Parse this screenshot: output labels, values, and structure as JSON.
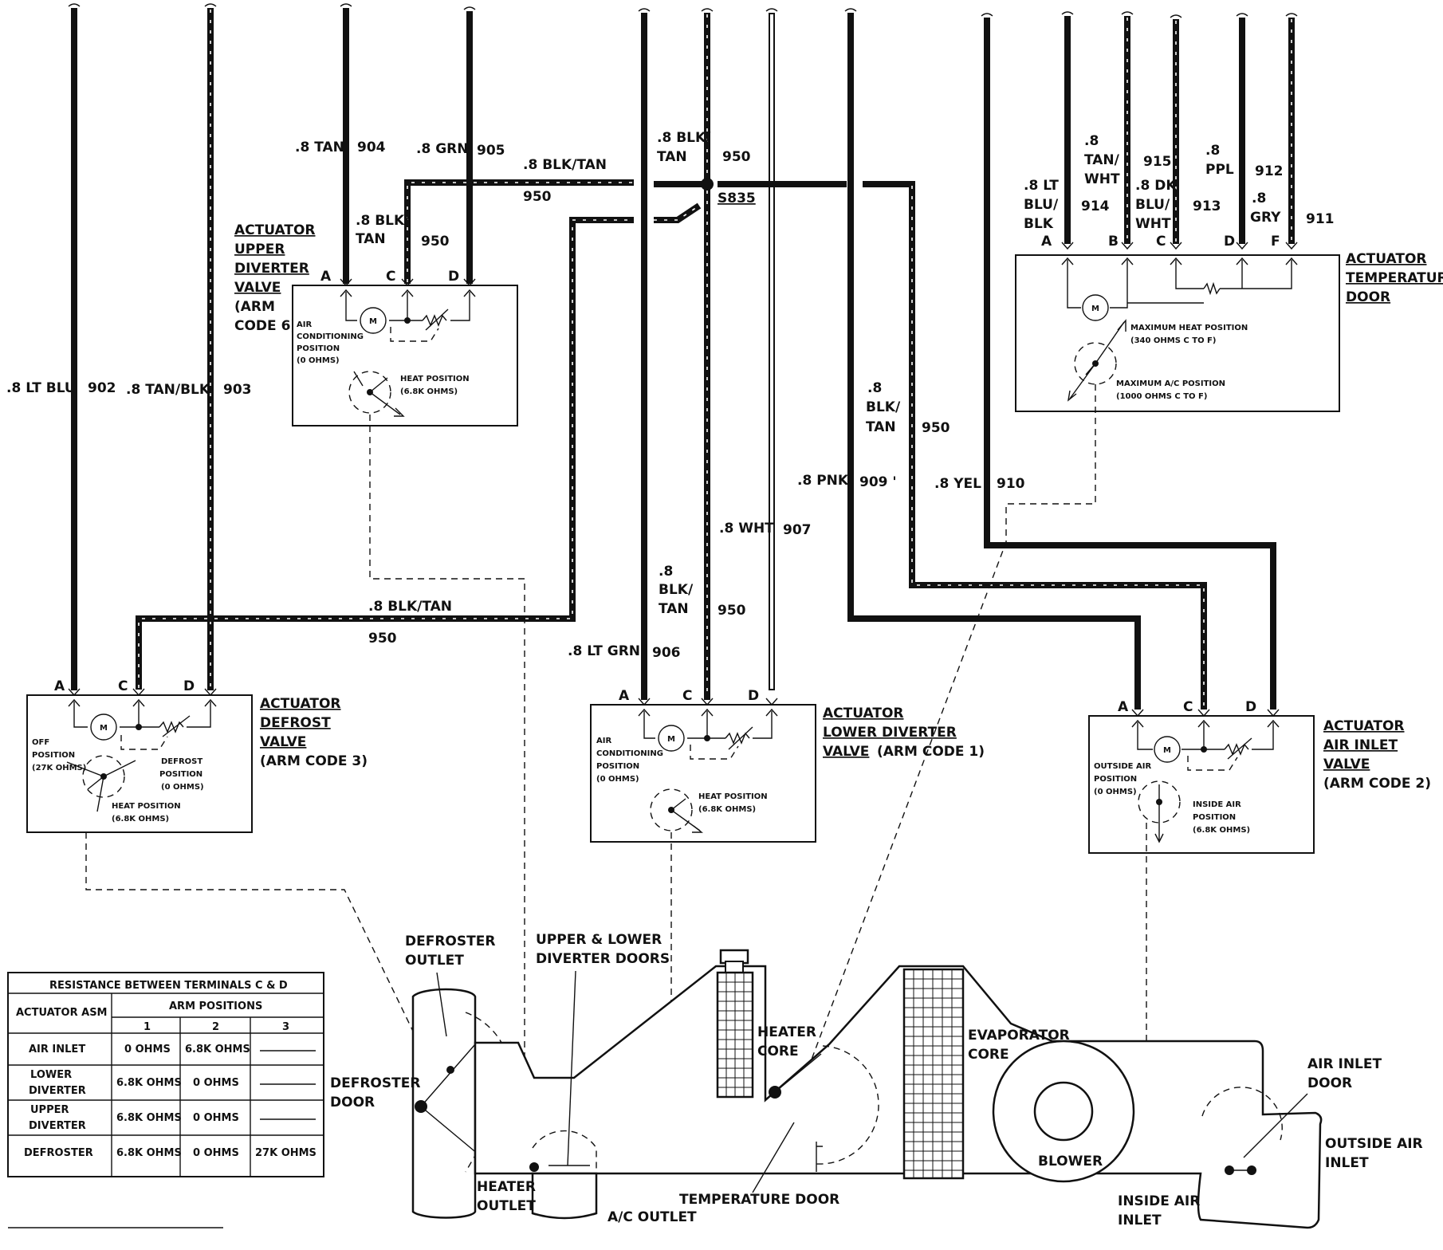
{
  "wires": {
    "w902": {
      "gauge": ".8 LT BLU",
      "circuit": "902"
    },
    "w903": {
      "gauge": ".8 TAN/BLK",
      "circuit": "903"
    },
    "w904": {
      "gauge": ".8 TAN",
      "circuit": "904"
    },
    "w905": {
      "gauge": ".8 GRN",
      "circuit": "905"
    },
    "w906": {
      "gauge": ".8 LT GRN",
      "circuit": "906"
    },
    "w907": {
      "gauge": ".8 WHT",
      "circuit": "907"
    },
    "w909": {
      "gauge": ".8 PNK",
      "circuit": "909 '"
    },
    "w910": {
      "gauge": ".8 YEL",
      "circuit": "910"
    },
    "w911": {
      "gauge_l1": ".8",
      "gauge_l2": "GRY",
      "circuit": "911"
    },
    "w912": {
      "gauge_l1": ".8",
      "gauge_l2": "PPL",
      "circuit": "912"
    },
    "w913": {
      "gauge_l1": ".8 DK",
      "gauge_l2": "BLU/",
      "gauge_l3": "WHT",
      "circuit": "913"
    },
    "w914": {
      "gauge_l1": ".8 LT",
      "gauge_l2": "BLU/",
      "gauge_l3": "BLK",
      "circuit": "914"
    },
    "w915": {
      "gauge_l1": ".8",
      "gauge_l2": "TAN/",
      "gauge_l3": "WHT",
      "circuit": "915"
    },
    "w950_top_a": {
      "gauge": ".8 BLK/TAN",
      "circuit": "950"
    },
    "w950_upper_drop": {
      "gauge_l1": ".8 BLK/",
      "gauge_l2": "TAN",
      "circuit": "950"
    },
    "w950_splice_in": {
      "gauge_l1": ".8 BLK/",
      "gauge_l2": "TAN",
      "circuit": "950"
    },
    "w950_mid": {
      "gauge": ".8 BLK/TAN",
      "circuit": "950"
    },
    "w950_lower": {
      "gauge_l1": ".8",
      "gauge_l2": "BLK/",
      "gauge_l3": "TAN",
      "circuit": "950"
    },
    "w950_right": {
      "gauge_l1": ".8",
      "gauge_l2": "BLK/",
      "gauge_l3": "TAN",
      "circuit": "950"
    },
    "splice": "S835"
  },
  "actuators": {
    "upper": {
      "title_l1": "ACTUATOR",
      "title_l2": "UPPER",
      "title_l3": "DIVERTER",
      "title_l4": "VALVE",
      "arm_l1": "(ARM",
      "arm_l2": "CODE 6)",
      "pins": [
        "A",
        "C",
        "D"
      ],
      "pos1_l1": "AIR",
      "pos1_l2": "CONDITIONING",
      "pos1_l3": "POSITION",
      "pos1_l4": "(0 OHMS)",
      "pos2_l1": "HEAT POSITION",
      "pos2_l2": "(6.8K OHMS)"
    },
    "defrost": {
      "title_l1": "ACTUATOR",
      "title_l2": "DEFROST",
      "title_l3": "VALVE",
      "title_l4": "(ARM CODE 3)",
      "pins": [
        "A",
        "C",
        "D"
      ],
      "pos1_l1": "OFF",
      "pos1_l2": "POSITION",
      "pos1_l3": "(27K OHMS)",
      "pos2_l1": "DEFROST",
      "pos2_l2": "POSITION",
      "pos2_l3": "(0 OHMS)",
      "pos3_l1": "HEAT POSITION",
      "pos3_l2": "(6.8K OHMS)"
    },
    "lower": {
      "title_l1": "ACTUATOR",
      "title_l2": "LOWER DIVERTER",
      "title_l3": "VALVE",
      "title_l3b": "(ARM CODE 1)",
      "pins": [
        "A",
        "C",
        "D"
      ],
      "pos1_l1": "AIR",
      "pos1_l2": "CONDITIONING",
      "pos1_l3": "POSITION",
      "pos1_l4": "(0 OHMS)",
      "pos2_l1": "HEAT POSITION",
      "pos2_l2": "(6.8K OHMS)"
    },
    "temperature": {
      "title_l1": "ACTUATOR",
      "title_l2": "TEMPERATURE",
      "title_l3": "DOOR",
      "pins": [
        "A",
        "B",
        "C",
        "D",
        "F"
      ],
      "pos1_l1": "MAXIMUM HEAT POSITION",
      "pos1_l2": "(340 OHMS C TO F)",
      "pos2_l1": "MAXIMUM A/C POSITION",
      "pos2_l2": "(1000 OHMS C TO F)"
    },
    "inlet": {
      "title_l1": "ACTUATOR",
      "title_l2": "AIR INLET",
      "title_l3": "VALVE",
      "title_l4": "(ARM CODE 2)",
      "pins": [
        "A",
        "C",
        "D"
      ],
      "pos1_l1": "OUTSIDE AIR",
      "pos1_l2": "POSITION",
      "pos1_l3": "(0 OHMS)",
      "pos2_l1": "INSIDE AIR",
      "pos2_l2": "POSITION",
      "pos2_l3": "(6.8K OHMS)"
    },
    "motor_symbol": "M"
  },
  "hvac": {
    "defroster_outlet_l1": "DEFROSTER",
    "defroster_outlet_l2": "OUTLET",
    "defroster_door_l1": "DEFROSTER",
    "defroster_door_l2": "DOOR",
    "diverter_doors_l1": "UPPER & LOWER",
    "diverter_doors_l2": "DIVERTER DOORS",
    "heater_outlet_l1": "HEATER",
    "heater_outlet_l2": "OUTLET",
    "ac_outlet": "A/C OUTLET",
    "heater_core_l1": "HEATER",
    "heater_core_l2": "CORE",
    "temperature_door": "TEMPERATURE DOOR",
    "evaporator_l1": "EVAPORATOR",
    "evaporator_l2": "CORE",
    "blower": "BLOWER",
    "air_inlet_door_l1": "AIR INLET",
    "air_inlet_door_l2": "DOOR",
    "outside_air_l1": "OUTSIDE AIR",
    "outside_air_l2": "INLET",
    "inside_air_l1": "INSIDE AIR",
    "inside_air_l2": "INLET"
  },
  "table": {
    "title": "RESISTANCE BETWEEN TERMINALS C & D",
    "col_header": "ACTUATOR ASM",
    "group_header": "ARM POSITIONS",
    "positions": [
      "1",
      "2",
      "3"
    ],
    "rows": [
      {
        "name_l1": "AIR INLET",
        "name_l2": "",
        "values": [
          "0 OHMS",
          "6.8K OHMS",
          ""
        ]
      },
      {
        "name_l1": "LOWER",
        "name_l2": "DIVERTER",
        "values": [
          "6.8K OHMS",
          "0 OHMS",
          ""
        ]
      },
      {
        "name_l1": "UPPER",
        "name_l2": "DIVERTER",
        "values": [
          "6.8K OHMS",
          "0 OHMS",
          ""
        ]
      },
      {
        "name_l1": "DEFROSTER",
        "name_l2": "",
        "values": [
          "6.8K OHMS",
          "0 OHMS",
          "27K OHMS"
        ]
      }
    ]
  }
}
